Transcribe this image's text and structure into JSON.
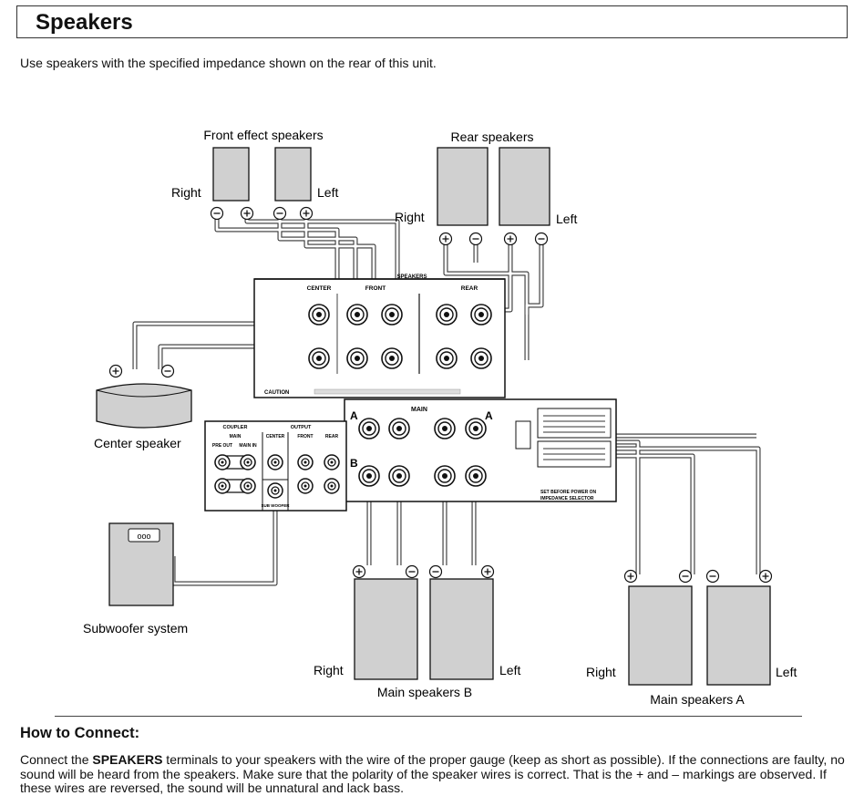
{
  "section_title": "Speakers",
  "intro_text": "Use speakers with the specified impedance shown on the rear of this unit.",
  "labels": {
    "front_effect": "Front effect speakers",
    "front_right": "Right",
    "front_left": "Left",
    "rear": "Rear speakers",
    "rear_right": "Right",
    "rear_left": "Left",
    "center": "Center speaker",
    "subwoofer": "Subwoofer system",
    "main_b": "Main speakers B",
    "main_b_right": "Right",
    "main_b_left": "Left",
    "main_a": "Main speakers A",
    "main_a_right": "Right",
    "main_a_left": "Left"
  },
  "panel_labels": {
    "speakers": "SPEAKERS",
    "center": "CENTER",
    "front": "FRONT",
    "rear": "REAR",
    "caution": "CAUTION",
    "main": "MAIN",
    "a": "A",
    "b": "B",
    "coupler": "COUPLER",
    "output": "OUTPUT",
    "coupler_main": "MAIN",
    "pre_out": "PRE OUT",
    "main_in": "MAIN IN",
    "out_center": "CENTER",
    "out_front": "FRONT",
    "out_rear": "REAR",
    "sub_woofer": "SUB WOOFER",
    "set_before": "SET BEFORE POWER ON",
    "impedance": "IMPEDANCE SELECTOR",
    "sub_box": "ooo"
  },
  "howto_title": "How to Connect:",
  "para_parts": {
    "p1": "Connect the ",
    "bold": "SPEAKERS",
    "p2": " terminals to your speakers with the wire of the proper gauge (keep as short as possible). If the connections are faulty, no sound will be heard from the speakers. Make sure that the polarity of the speaker wires is correct. That is the + and – markings are observed. If these wires are reversed, the sound will be unnatural and lack bass."
  }
}
